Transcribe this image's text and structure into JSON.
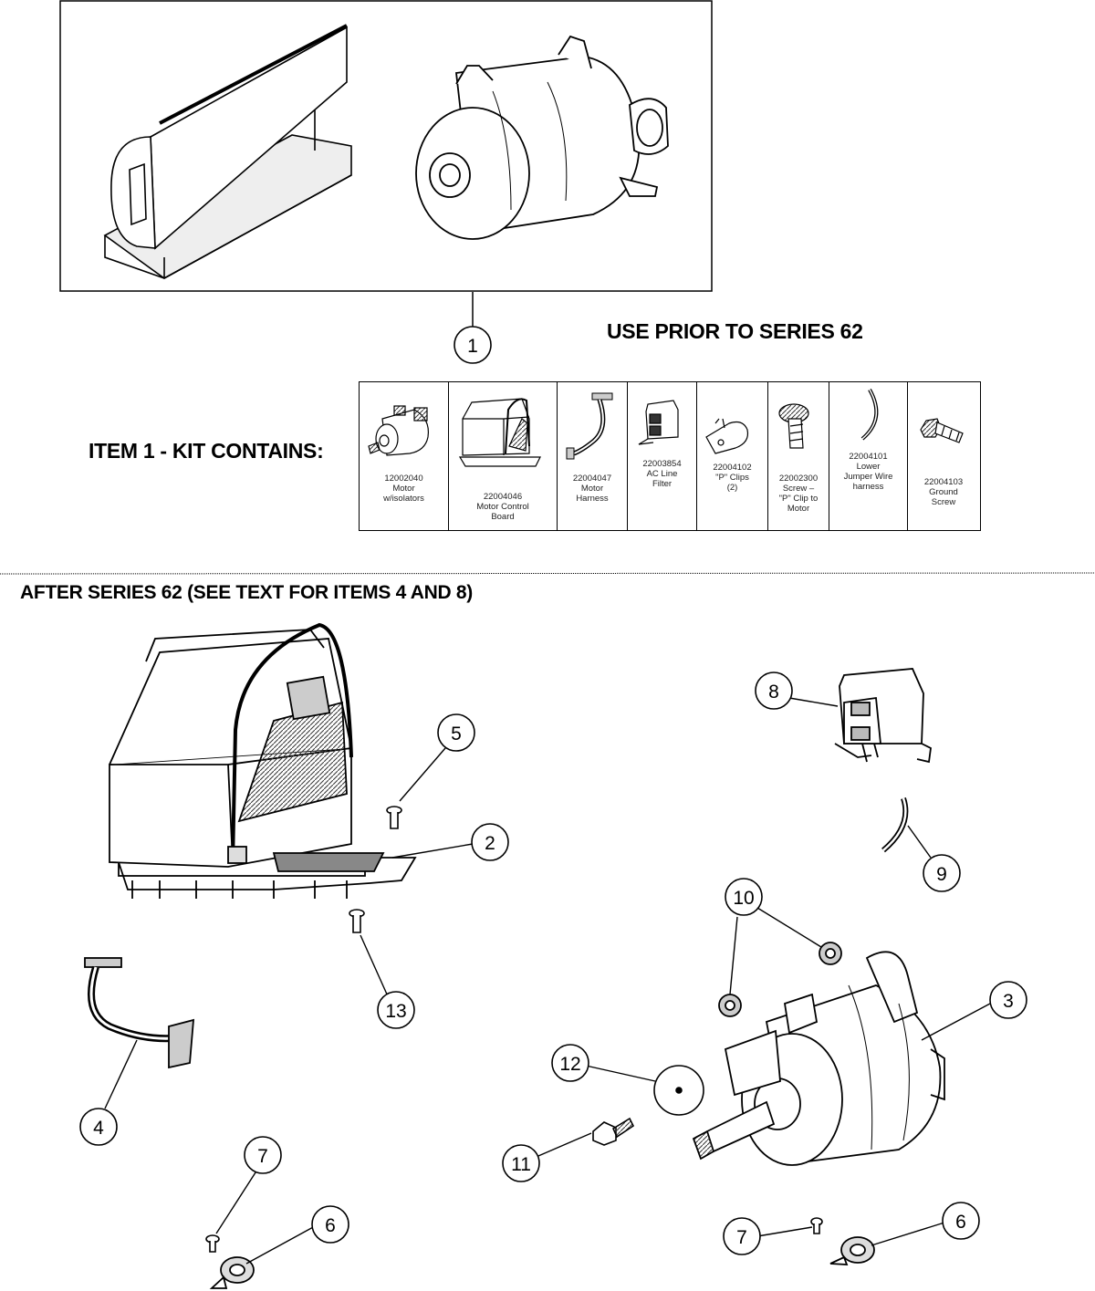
{
  "headings": {
    "prior": "USE PRIOR TO SERIES 62",
    "kit": "ITEM 1 - KIT CONTAINS:",
    "after": "AFTER SERIES 62 (SEE TEXT FOR ITEMS  4 AND 8)"
  },
  "kit_items": [
    {
      "part": "12002040",
      "name_lines": [
        "Motor",
        "w/isolators"
      ]
    },
    {
      "part": "22004046",
      "name_lines": [
        "Motor Control",
        "Board"
      ]
    },
    {
      "part": "22004047",
      "name_lines": [
        "Motor",
        "Harness"
      ]
    },
    {
      "part": "22003854",
      "name_lines": [
        "AC Line",
        "Filter"
      ]
    },
    {
      "part": "22004102",
      "name_lines": [
        "\"P\" Clips",
        "(2)"
      ]
    },
    {
      "part": "22002300",
      "name_lines": [
        "Screw –",
        "\"P\" Clip to",
        "Motor"
      ]
    },
    {
      "part": "22004101",
      "name_lines": [
        "Lower",
        "Jumper Wire",
        "harness"
      ]
    },
    {
      "part": "22004103",
      "name_lines": [
        "Ground",
        "Screw"
      ]
    }
  ],
  "callouts": [
    "1",
    "2",
    "3",
    "4",
    "5",
    "6",
    "6",
    "7",
    "7",
    "8",
    "9",
    "10",
    "11",
    "12",
    "13"
  ]
}
